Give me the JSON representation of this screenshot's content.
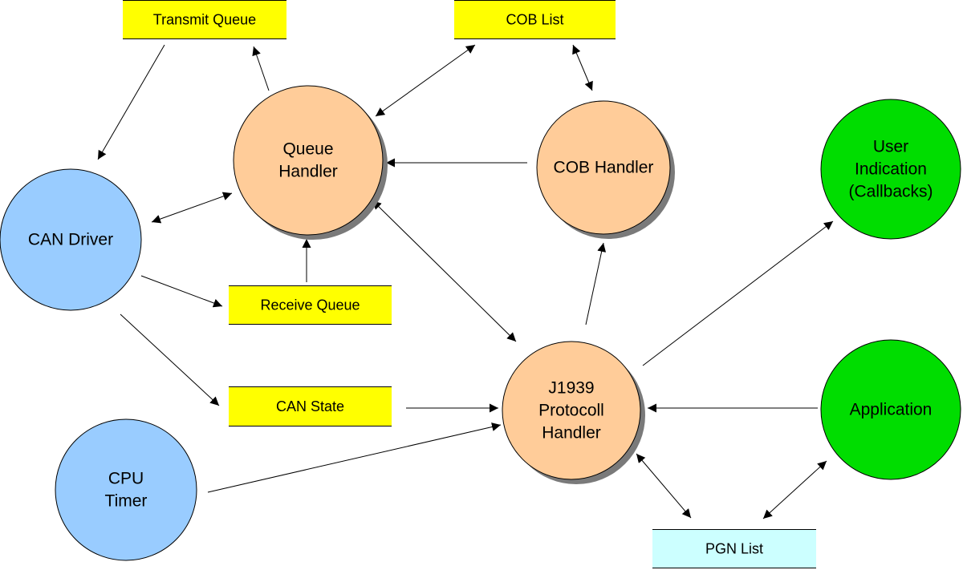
{
  "colors": {
    "handler": "#ffcc99",
    "external": "#99ccff",
    "user": "#00dd00",
    "queue": "#ffff00",
    "pgn_list": "#ccffff",
    "edge": "#000000",
    "shadow": "#7a7a7a"
  },
  "nodes": {
    "queue_handler": {
      "lines": [
        "Queue",
        "Handler"
      ],
      "color": "handler"
    },
    "cob_handler": {
      "lines": [
        "COB Handler"
      ],
      "color": "handler"
    },
    "j1939_handler": {
      "lines": [
        "J1939",
        "Protocoll",
        "Handler"
      ],
      "color": "handler"
    },
    "can_driver": {
      "lines": [
        "CAN Driver"
      ],
      "color": "external"
    },
    "cpu_timer": {
      "lines": [
        "CPU",
        "Timer"
      ],
      "color": "external"
    },
    "user_indication": {
      "lines": [
        "User",
        "Indication",
        "(Callbacks)"
      ],
      "color": "user"
    },
    "application": {
      "lines": [
        "Application"
      ],
      "color": "user"
    }
  },
  "boxes": {
    "transmit_queue": {
      "label": "Transmit Queue",
      "color": "queue"
    },
    "cob_list": {
      "label": "COB List",
      "color": "queue"
    },
    "receive_queue": {
      "label": "Receive Queue",
      "color": "queue"
    },
    "can_state": {
      "label": "CAN State",
      "color": "queue"
    },
    "pgn_list": {
      "label": "PGN List",
      "color": "pgn_list"
    }
  },
  "edges": [
    {
      "from": "transmit_queue",
      "to": "can_driver",
      "arrows": "end"
    },
    {
      "from": "queue_handler",
      "to": "transmit_queue",
      "arrows": "end"
    },
    {
      "from": "queue_handler",
      "to": "cob_list",
      "arrows": "both"
    },
    {
      "from": "cob_list",
      "to": "cob_handler",
      "arrows": "both"
    },
    {
      "from": "cob_handler",
      "to": "queue_handler",
      "arrows": "end"
    },
    {
      "from": "can_driver",
      "to": "queue_handler",
      "arrows": "both"
    },
    {
      "from": "receive_queue",
      "to": "queue_handler",
      "arrows": "end"
    },
    {
      "from": "can_driver",
      "to": "receive_queue",
      "arrows": "end"
    },
    {
      "from": "can_driver",
      "to": "can_state",
      "arrows": "end"
    },
    {
      "from": "can_state",
      "to": "j1939_handler",
      "arrows": "end"
    },
    {
      "from": "queue_handler",
      "to": "j1939_handler",
      "arrows": "both"
    },
    {
      "from": "j1939_handler",
      "to": "cob_handler",
      "arrows": "end"
    },
    {
      "from": "j1939_handler",
      "to": "user_indication",
      "arrows": "end"
    },
    {
      "from": "application",
      "to": "j1939_handler",
      "arrows": "end"
    },
    {
      "from": "cpu_timer",
      "to": "j1939_handler",
      "arrows": "end"
    },
    {
      "from": "j1939_handler",
      "to": "pgn_list",
      "arrows": "both"
    },
    {
      "from": "application",
      "to": "pgn_list",
      "arrows": "both"
    }
  ]
}
